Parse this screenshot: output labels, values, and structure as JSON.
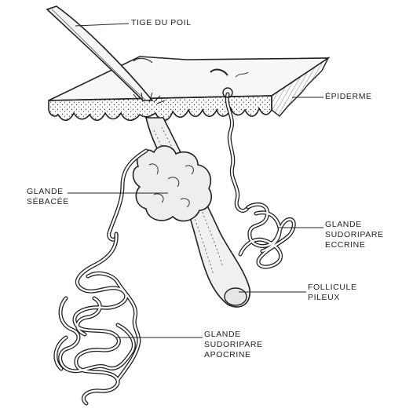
{
  "diagram": {
    "labels": {
      "hair_shaft": [
        "TIGE DU POIL"
      ],
      "epidermis": [
        "ÉPIDERME"
      ],
      "sebaceous_gland": [
        "GLANDE",
        "SÉBACÉE"
      ],
      "eccrine_gland": [
        "GLANDE",
        "SUDORIPARE",
        "ECCRINE"
      ],
      "hair_follicle": [
        "FOLLICULE",
        "PILEUX"
      ],
      "apocrine_gland": [
        "GLANDE",
        "SUDORIPARE",
        "APOCRINE"
      ]
    }
  },
  "colors": {
    "ink": "#222222",
    "background": "#ffffff",
    "skin": "#f2f2f2"
  }
}
